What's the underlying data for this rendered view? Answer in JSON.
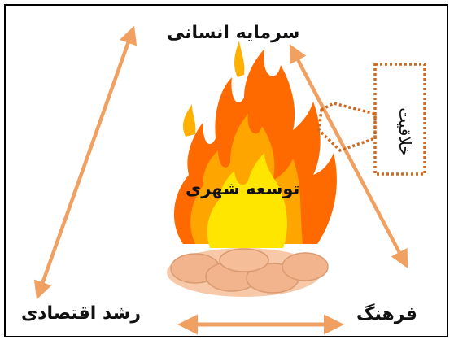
{
  "diagram": {
    "top_node": "سرمایه انسانی",
    "left_node": "رشد اقتصادی",
    "right_node": "فرهنگ",
    "center": "توسعه شهری",
    "side_box": "خلاقیت"
  },
  "colors": {
    "arrow": "#F0A060",
    "dotted": "#D2691E",
    "flame_outer": "#FF6A00",
    "flame_mid": "#FFA500",
    "flame_inner": "#FFE600",
    "log": "#F2B48C"
  }
}
